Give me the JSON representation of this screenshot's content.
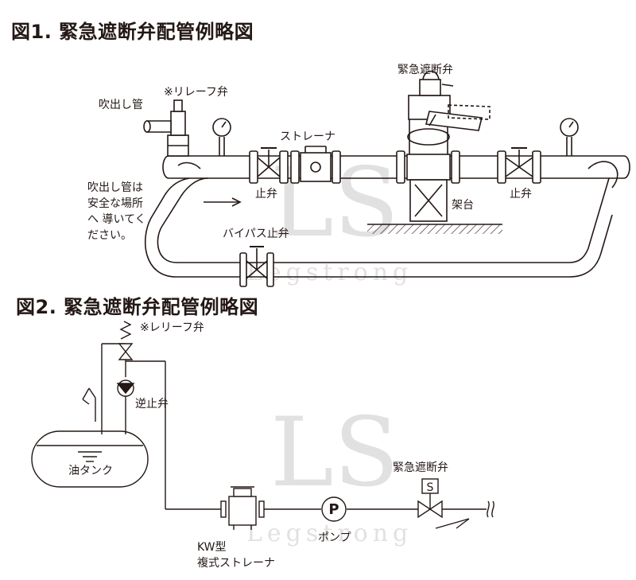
{
  "figure1": {
    "title": "図1. 緊急遮断弁配管例略図",
    "labels": {
      "discharge_pipe": "吹出し管",
      "relief_valve": "※リレーフ弁",
      "strainer": "ストレーナ",
      "emergency_valve": "緊急遮断弁",
      "stop_valve_left": "止弁",
      "stop_valve_right": "止弁",
      "stand": "架台",
      "bypass_valve": "バイパス止弁",
      "note_lines": [
        "吹出し管は",
        "安全な場所",
        "へ 導いてく",
        "ださい。"
      ]
    }
  },
  "figure2": {
    "title": "図2. 緊急遮断弁配管例略図",
    "labels": {
      "relief_valve": "※レリーフ弁",
      "check_valve": "逆止弁",
      "oil_tank": "油タンク",
      "emergency_valve": "緊急遮断弁",
      "solenoid_mark": "S",
      "pump_mark": "P",
      "pump": "ポンプ",
      "strainer_line1": "KW型",
      "strainer_line2": "複式ストレーナ"
    }
  },
  "watermark": {
    "monogram": "LS",
    "brand": "Legstrong"
  }
}
